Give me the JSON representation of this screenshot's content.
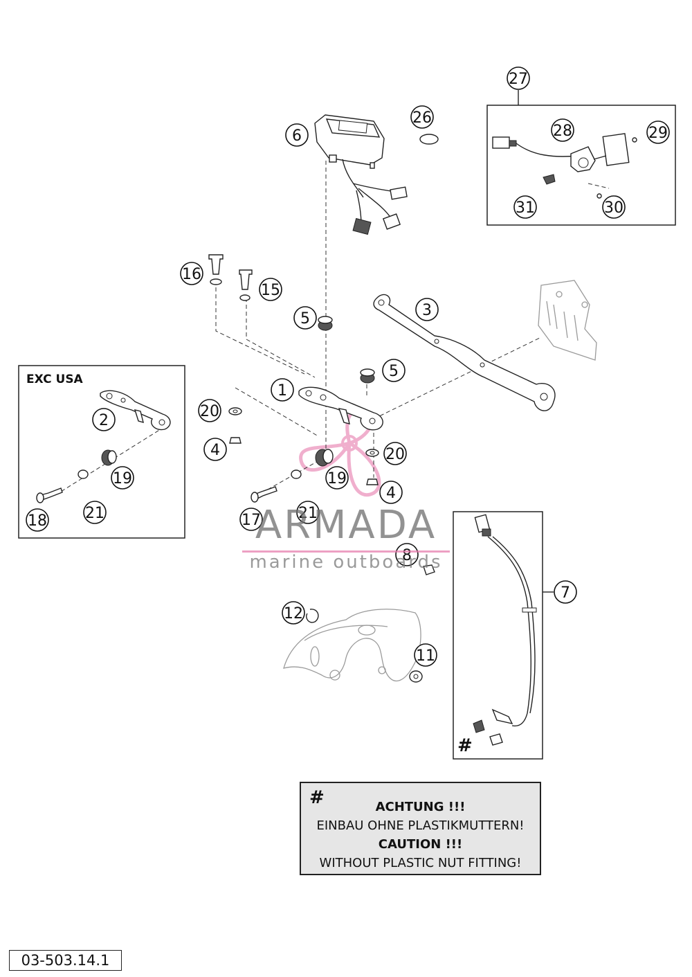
{
  "callouts": {
    "c1": "1",
    "c2": "2",
    "c3": "3",
    "c4a": "4",
    "c4b": "4",
    "c5a": "5",
    "c5b": "5",
    "c6": "6",
    "c7": "7",
    "c8": "8",
    "c11": "11",
    "c12": "12",
    "c15": "15",
    "c16": "16",
    "c17": "17",
    "c18": "18",
    "c19a": "19",
    "c19b": "19",
    "c20a": "20",
    "c20b": "20",
    "c21a": "21",
    "c21b": "21",
    "c26": "26",
    "c27": "27",
    "c28": "28",
    "c29": "29",
    "c30": "30",
    "c31": "31"
  },
  "inset": {
    "label": "EXC USA"
  },
  "hash_symbol": "#",
  "note": {
    "symbol": "#",
    "line1": "ACHTUNG !!!",
    "line2": "EINBAU OHNE PLASTIKMUTTERN!",
    "line3": "CAUTION !!!",
    "line4": "WITHOUT PLASTIC NUT FITTING!"
  },
  "drawing_code": "03-503.14.1",
  "watermark": {
    "title": "ARMADA",
    "subtitle": "marine outboards",
    "color": "#e890b8"
  }
}
